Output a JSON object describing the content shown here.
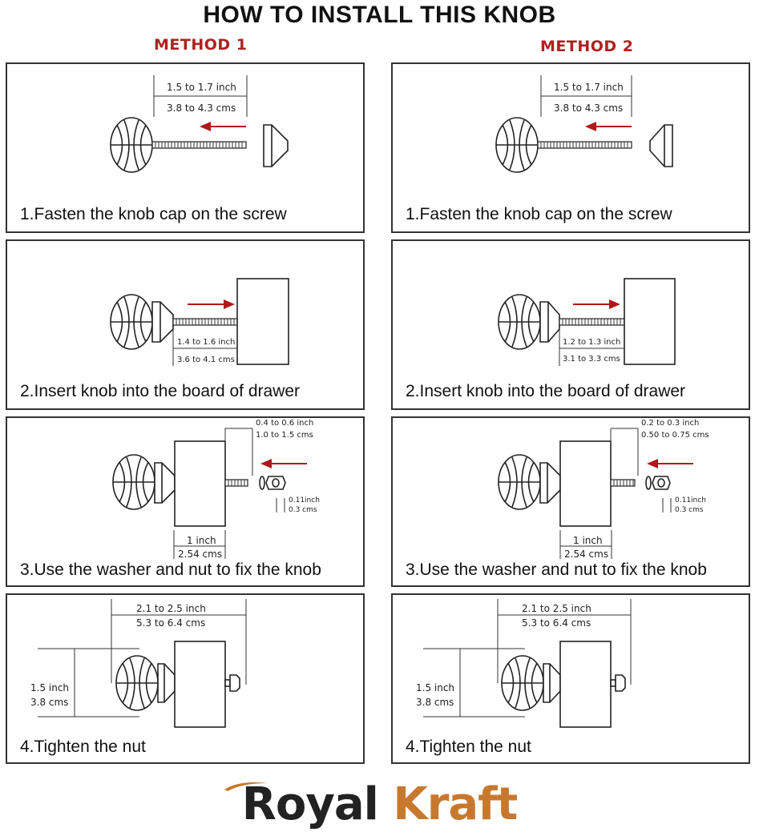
{
  "title": "HOW TO INSTALL THIS KNOB",
  "methods": [
    {
      "title": "METHOD 1",
      "steps": [
        {
          "caption": "1.Fasten the knob cap on the screw",
          "dims": [
            "1.5 to 1.7 inch",
            "3.8 to 4.3 cms"
          ]
        },
        {
          "caption": "2.Insert knob into the board of drawer",
          "dims": [
            "1.4 to 1.6 inch",
            "3.6 to 4.1 cms"
          ]
        },
        {
          "caption": "3.Use the washer and nut to fix the knob",
          "dims": [
            "0.4 to 0.6 inch",
            "1.0 to 1.5 cms",
            "0.11inch",
            "0.3 cms",
            "1 inch",
            "2.54 cms"
          ]
        },
        {
          "caption": "4.Tighten the nut",
          "dims": [
            "2.1 to 2.5 inch",
            "5.3 to 6.4 cms",
            "1.5 inch",
            "3.8 cms"
          ]
        }
      ]
    },
    {
      "title": "METHOD 2",
      "steps": [
        {
          "caption": "1.Fasten the knob cap on the screw",
          "dims": [
            "1.5 to 1.7 inch",
            "3.8 to 4.3 cms"
          ]
        },
        {
          "caption": "2.Insert knob into the board of drawer",
          "dims": [
            "1.2 to 1.3 inch",
            "3.1 to 3.3 cms"
          ]
        },
        {
          "caption": "3.Use the washer and nut to fix the knob",
          "dims": [
            "0.2 to 0.3 inch",
            "0.50 to 0.75 cms",
            "0.11inch",
            "0.3 cms",
            "1 inch",
            "2.54 cms"
          ]
        },
        {
          "caption": "4.Tighten the nut",
          "dims": [
            "2.1 to 2.5 inch",
            "5.3 to 6.4 cms",
            "1.5 inch",
            "3.8 cms"
          ]
        }
      ]
    }
  ],
  "brand": {
    "part1": "Royal",
    "part2": "Kraft"
  },
  "colors": {
    "arrow": "#b01818",
    "method_title": "#b02020",
    "brand_accent": "#c8782e",
    "brand_dark": "#222222"
  }
}
